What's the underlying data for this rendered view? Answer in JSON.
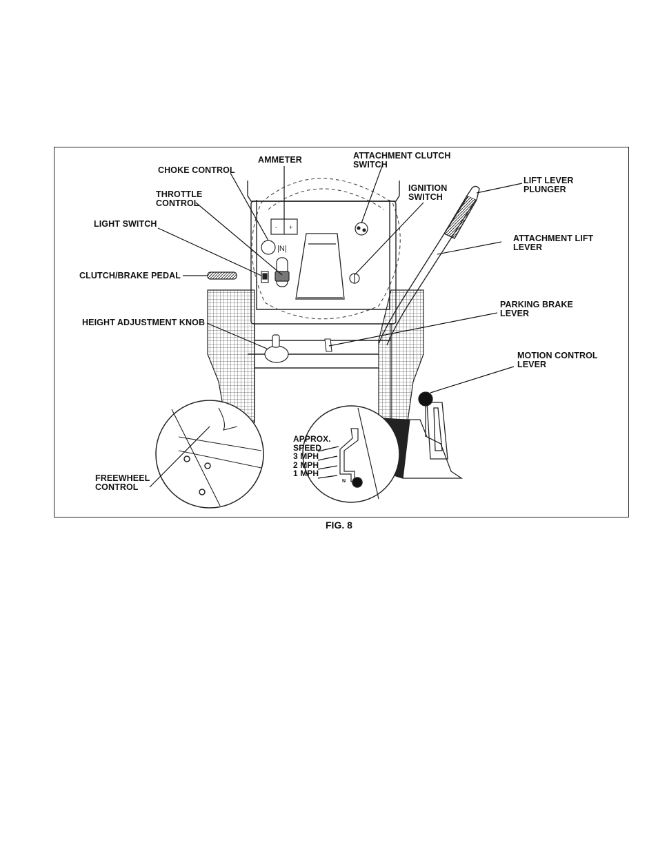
{
  "labels": {
    "choke_control": "CHOKE  CONTROL",
    "ammeter": "AMMETER",
    "attachment_clutch_switch_1": "ATTACHMENT CLUTCH",
    "attachment_clutch_switch_2": "SWITCH",
    "ignition_switch_1": "IGNITION",
    "ignition_switch_2": "SWITCH",
    "lift_lever_plunger_1": "LIFT LEVER",
    "lift_lever_plunger_2": "PLUNGER",
    "throttle_control_1": "THROTTLE",
    "throttle_control_2": "CONTROL",
    "light_switch": "LIGHT SWITCH",
    "attachment_lift_lever_1": "ATTACHMENT LIFT",
    "attachment_lift_lever_2": "LEVER",
    "clutch_brake_pedal": "CLUTCH/BRAKE PEDAL",
    "parking_brake_lever_1": "PARKING BRAKE",
    "parking_brake_lever_2": "LEVER",
    "height_adjustment_knob": "HEIGHT ADJUSTMENT KNOB",
    "motion_control_lever_1": "MOTION CONTROL",
    "motion_control_lever_2": "LEVER",
    "approx_speed_1": "APPROX.",
    "approx_speed_2": "SPEED",
    "speed_3": "3 MPH",
    "speed_2": "2 MPH",
    "speed_1": "1 MPH",
    "freewheel_control_1": "FREEWHEEL",
    "freewheel_control_2": "CONTROL",
    "neutral_mark": "N"
  },
  "caption": "FIG. 8"
}
